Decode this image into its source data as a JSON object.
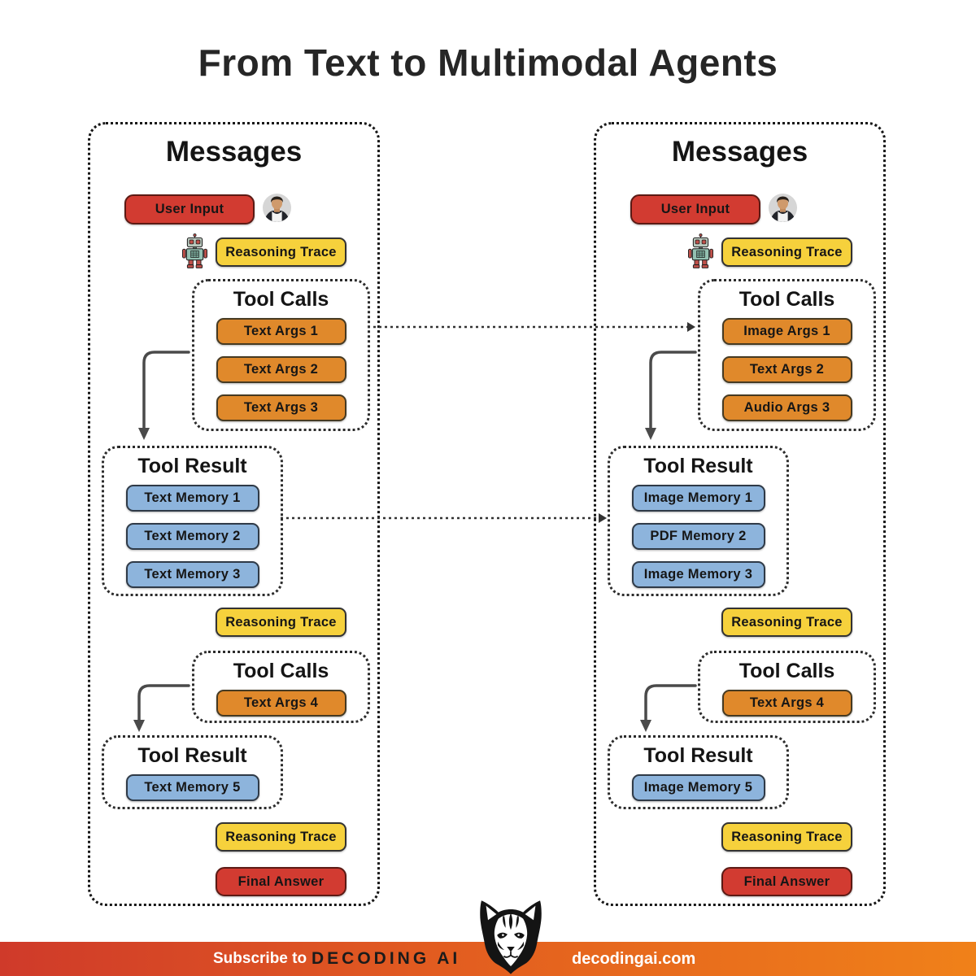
{
  "title": "From Text to Multimodal Agents",
  "panels": [
    {
      "heading": "Messages",
      "user_input_label": "User Input",
      "reasoning_trace_label": "Reasoning Trace",
      "tool_calls_title": "Tool Calls",
      "tool_result_title": "Tool Result",
      "final_answer_label": "Final Answer",
      "tool_calls_1": [
        "Text Args 1",
        "Text Args 2",
        "Text Args 3"
      ],
      "tool_result_1": [
        "Text Memory 1",
        "Text Memory 2",
        "Text Memory 3"
      ],
      "tool_calls_2": [
        "Text Args 4"
      ],
      "tool_result_2": [
        "Text Memory 5"
      ]
    },
    {
      "heading": "Messages",
      "user_input_label": "User Input",
      "reasoning_trace_label": "Reasoning Trace",
      "tool_calls_title": "Tool Calls",
      "tool_result_title": "Tool Result",
      "final_answer_label": "Final Answer",
      "tool_calls_1": [
        "Image Args 1",
        "Text Args 2",
        "Audio Args 3"
      ],
      "tool_result_1": [
        "Image Memory 1",
        "PDF Memory 2",
        "Image Memory 3"
      ],
      "tool_calls_2": [
        "Text Args 4"
      ],
      "tool_result_2": [
        "Image Memory 5"
      ]
    }
  ],
  "icons": {
    "robot": "robot-icon",
    "user_avatar": "user-avatar",
    "cat_logo": "decoding-ai-cat-logo"
  },
  "colors": {
    "user_input": "#d23b31",
    "final_answer": "#d23b31",
    "reasoning_trace": "#f6d13c",
    "tool_args": "#e0892b",
    "tool_memory": "#8db4dc",
    "footer_gradient_left": "#cf3a2a",
    "footer_gradient_right": "#f08119"
  },
  "footer": {
    "subscribe_label": "Subscribe to",
    "brand": "DECODING AI",
    "website": "decodingai.com"
  }
}
